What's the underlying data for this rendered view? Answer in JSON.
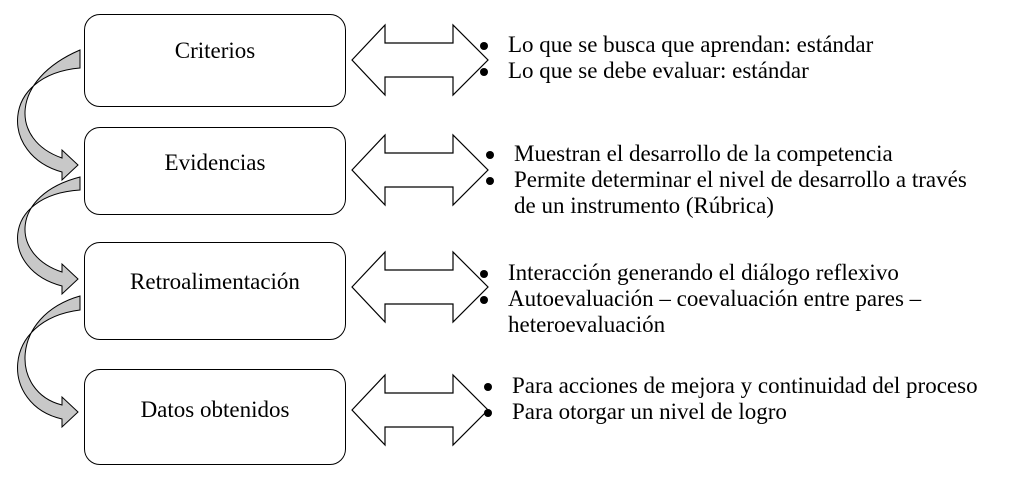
{
  "stages": [
    {
      "label": "Criterios",
      "bullets": [
        "Lo que se busca que aprendan: estándar",
        "Lo que se debe evaluar: estándar"
      ]
    },
    {
      "label": "Evidencias",
      "bullets": [
        "Muestran el desarrollo de la competencia",
        "Permite determinar el nivel de desarrollo a través de un instrumento (Rúbrica)"
      ]
    },
    {
      "label": "Retroalimentación",
      "bullets": [
        "Interacción generando el diálogo reflexivo",
        "Autoevaluación – coevaluación entre pares – heteroevaluación"
      ]
    },
    {
      "label": "Datos obtenidos",
      "bullets": [
        "Para acciones de mejora y continuidad del proceso",
        "Para otorgar un nivel de logro"
      ]
    }
  ],
  "colors": {
    "curved_arrow_fill": "#c8c8c8",
    "outline": "#000000",
    "box_fill": "#ffffff",
    "double_arrow_fill": "#ffffff"
  }
}
